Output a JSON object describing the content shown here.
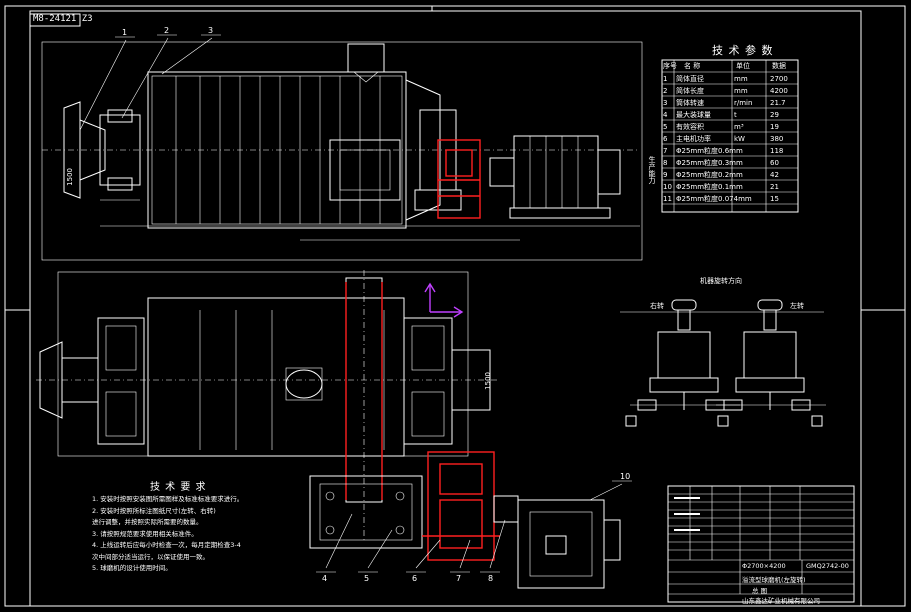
{
  "drawing_code": "M8-24121 Z3",
  "colors": {
    "background": "#000000",
    "line": "#ffffff",
    "highlight": "#ff2020",
    "axis": "#c040ff"
  },
  "callouts_top": [
    "1",
    "2",
    "3"
  ],
  "dim_top": "1500",
  "dim_mid": "1500",
  "callouts_bottom": [
    "4",
    "5",
    "6",
    "7",
    "8",
    "10"
  ],
  "tech_params": {
    "title": "技 术 参 数",
    "headers": [
      "序号",
      "名    称",
      "单位",
      "数据"
    ],
    "rows": [
      [
        "1",
        "简体直径",
        "mm",
        "2700"
      ],
      [
        "2",
        "简体长度",
        "mm",
        "4200"
      ],
      [
        "3",
        "筒体转速",
        "r/min",
        "21.7"
      ],
      [
        "4",
        "最大装球量",
        "t",
        "29"
      ],
      [
        "5",
        "有效容积",
        "m³",
        "19"
      ],
      [
        "6",
        "主电机功率",
        "kW",
        "380"
      ],
      [
        "7",
        "Φ25mm粒度0.6mm",
        "",
        "118"
      ],
      [
        "8",
        "Φ25mm粒度0.3mm",
        "",
        "60"
      ],
      [
        "9",
        "Φ25mm粒度0.2mm",
        "",
        "42"
      ],
      [
        "10",
        "Φ25mm粒度0.1mm",
        "",
        "21"
      ],
      [
        "11",
        "Φ25mm粒度0.074mm",
        "",
        "15"
      ]
    ],
    "side_label": "生产能力"
  },
  "rotation_title": "机器旋转方向",
  "rotation_left": "右转",
  "rotation_right": "左转",
  "requirements": {
    "title": "技 术 要 求",
    "items": [
      "1. 安装时按照安装图所需图样及标准标准要求进行。",
      "2. 安装时按照所标注图纸尺寸(左转、右转)",
      "   进行调整，并按照实际所需要的数量。",
      "3. 请按照规范要求使用相关标准件。",
      "4. 上线运转后应每小时检查一次，每月定期检查3-4",
      "   次中间部分适当运行，以保证使用一致。",
      "5. 球磨机的设计使用时间。"
    ]
  },
  "title_block": {
    "drawing_no": "Φ2700×4200",
    "part_no": "GMQ2742-00",
    "name_line": "溢流型球磨机(左旋转)",
    "row_label_1": "总    图",
    "company": "山东鑫达矿业机械有限公司"
  }
}
